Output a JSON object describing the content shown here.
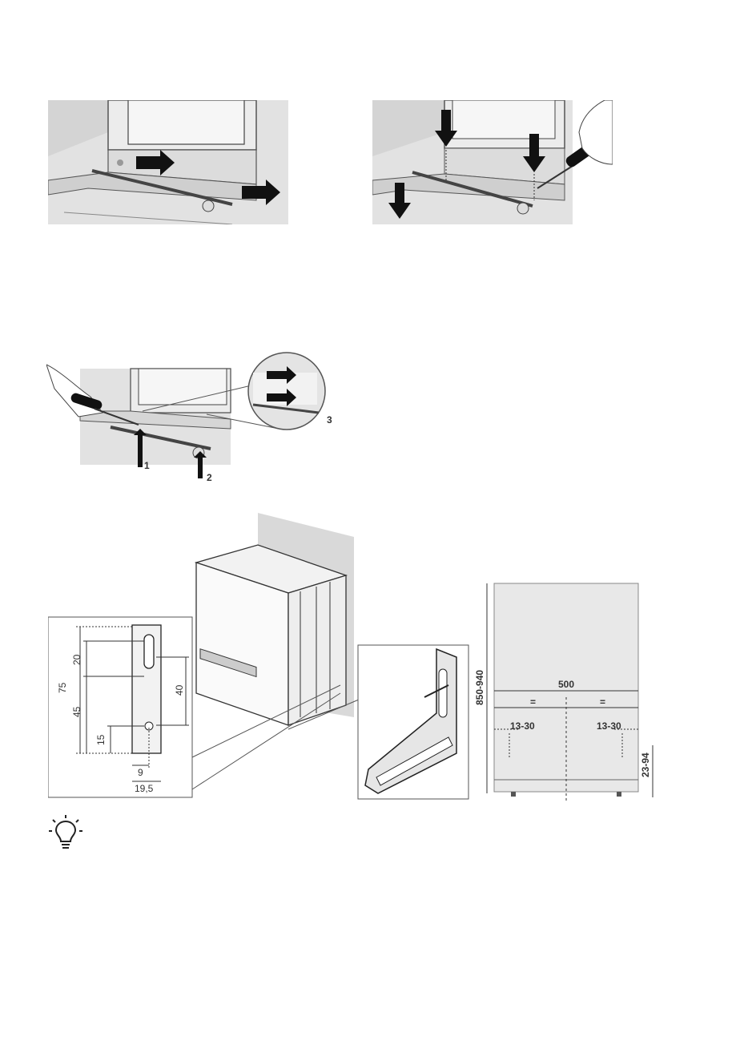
{
  "figures": {
    "stand_slide": {},
    "stand_screw": {},
    "stand_fix": {
      "callouts": [
        "1",
        "2",
        "3"
      ]
    },
    "wall_bracket": {
      "side_dims": [
        "75",
        "20",
        "45",
        "15",
        "40",
        "9",
        "19,5"
      ],
      "plan_dims": {
        "height": "850-940",
        "width": "500",
        "equal_left": "=",
        "equal_right": "=",
        "left_offset": "13-30",
        "right_offset": "13-30",
        "floor_offset": "23-94"
      }
    }
  },
  "tip": {
    "icon": "lightbulb-icon"
  }
}
